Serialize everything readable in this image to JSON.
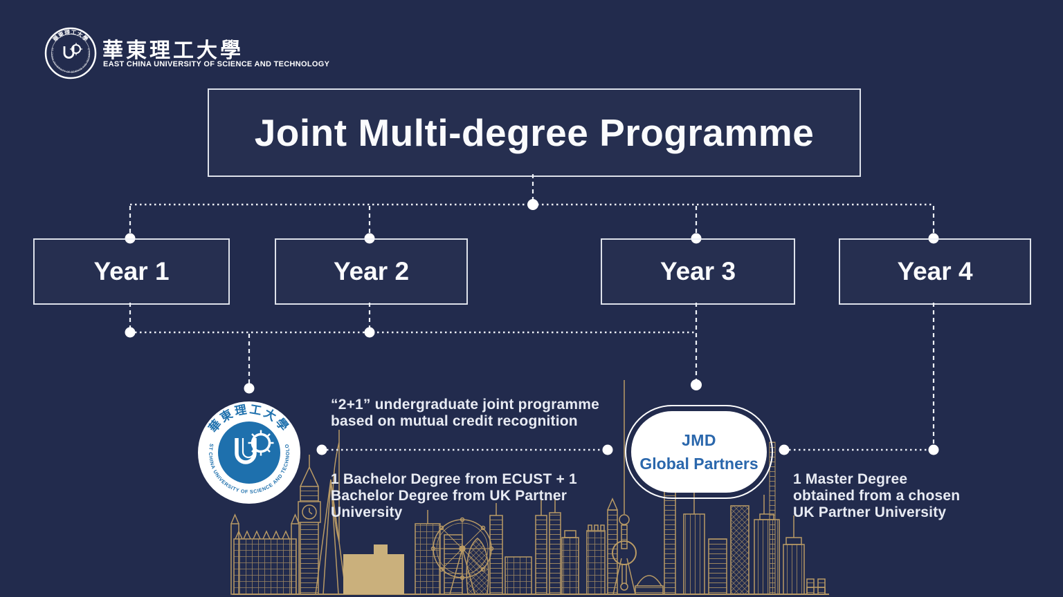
{
  "brand": {
    "name_cn": "華東理工大學",
    "name_en": "EAST CHINA UNIVERSITY OF SCIENCE AND TECHNOLOGY"
  },
  "title": {
    "text": "Joint Multi-degree Programme"
  },
  "years": [
    {
      "label": "Year 1"
    },
    {
      "label": "Year 2"
    },
    {
      "label": "Year 3"
    },
    {
      "label": "Year 4"
    }
  ],
  "notes": {
    "programme": {
      "lines": [
        "“2+1” undergraduate joint programme",
        "based on mutual credit recognition"
      ]
    },
    "bachelor": {
      "lines": [
        "1 Bachelor Degree from ECUST + 1",
        "Bachelor Degree from UK Partner",
        "University"
      ]
    },
    "master": {
      "lines": [
        "1 Master Degree",
        "obtained from a chosen",
        "UK Partner University"
      ]
    }
  },
  "badge": {
    "title": "JMD",
    "subtitle": "Global Partners"
  },
  "seal": {
    "text_cn": "華東理工大學",
    "text_en": "EAST CHINA UNIVERSITY OF SCIENCE AND TECHNOLOGY"
  },
  "colors": {
    "background": "#222B4D",
    "gold": "#C7A568",
    "gold_solid": "#D9BC80",
    "seal_blue": "#1E70AD",
    "badge_text": "#2A67AC",
    "line_white": "#EFF2F8"
  }
}
